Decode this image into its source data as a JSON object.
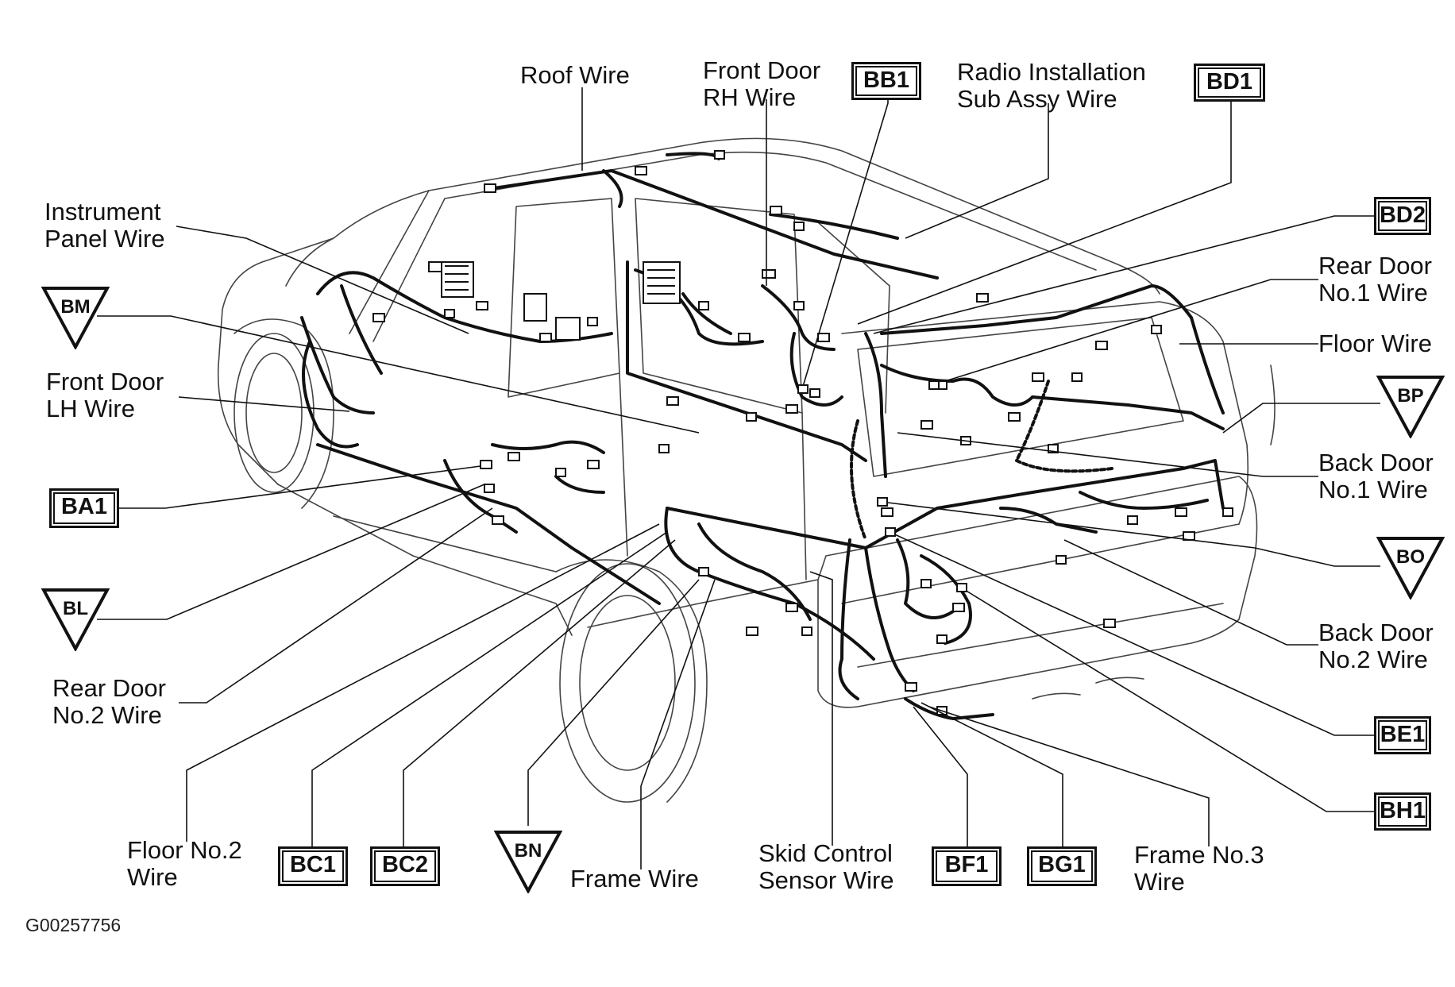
{
  "wires": {
    "roof": [
      "Roof Wire"
    ],
    "front_door_rh": [
      "Front Door",
      "RH Wire"
    ],
    "radio": [
      "Radio Installation",
      "Sub Assy Wire"
    ],
    "instrument_panel": [
      "Instrument",
      "Panel Wire"
    ],
    "front_door_lh": [
      "Front Door",
      "LH Wire"
    ],
    "rear_door_no2": [
      "Rear Door",
      "No.2 Wire"
    ],
    "floor_no2": [
      "Floor No.2",
      "Wire"
    ],
    "frame": [
      "Frame Wire"
    ],
    "skid_control": [
      "Skid Control",
      "Sensor Wire"
    ],
    "frame_no3": [
      "Frame No.3",
      "Wire"
    ],
    "rear_door_no1": [
      "Rear Door",
      "No.1 Wire"
    ],
    "floor": [
      "Floor Wire"
    ],
    "back_door_no1": [
      "Back Door",
      "No.1 Wire"
    ],
    "back_door_no2": [
      "Back Door",
      "No.2 Wire"
    ]
  },
  "connectors": {
    "bb1": "BB1",
    "bd1": "BD1",
    "bd2": "BD2",
    "ba1": "BA1",
    "bc1": "BC1",
    "bc2": "BC2",
    "bf1": "BF1",
    "bg1": "BG1",
    "be1": "BE1",
    "bh1": "BH1"
  },
  "grounds": {
    "bm": "BM",
    "bl": "BL",
    "bn": "BN",
    "bp": "BP",
    "bo": "BO"
  },
  "figure_code": "G00257756"
}
